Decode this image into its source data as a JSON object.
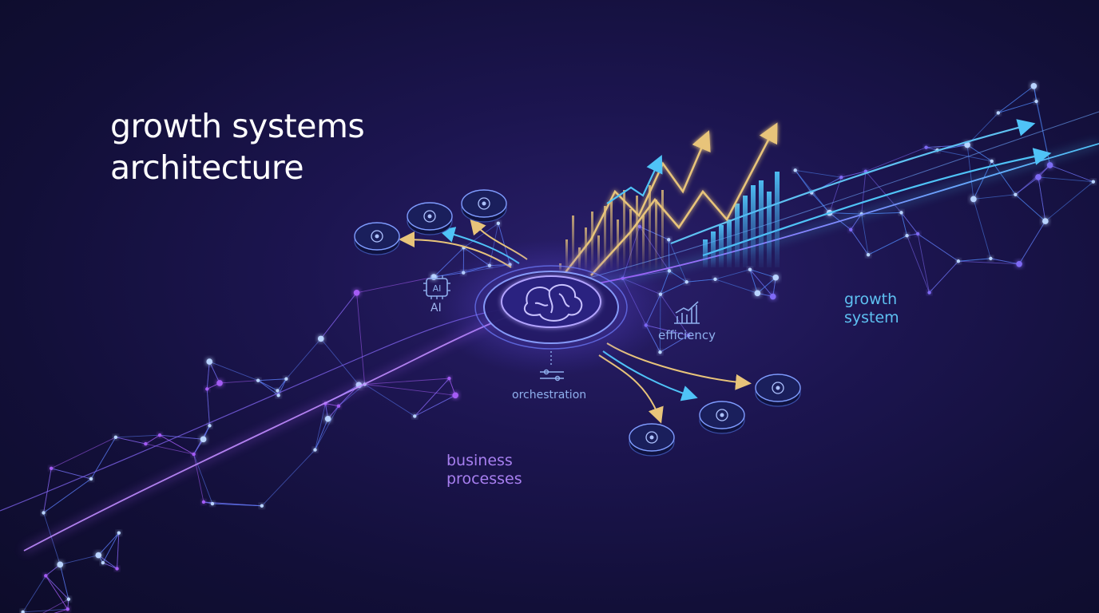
{
  "title": {
    "line1": "growth systems",
    "line2": "architecture"
  },
  "labels": {
    "ai": "AI",
    "ai_chip": "AI",
    "efficiency": "efficiency",
    "orchestration": "orchestration",
    "growth_system": {
      "line1": "growth",
      "line2": "system"
    },
    "business_processes": {
      "line1": "business",
      "line2": "processes"
    }
  },
  "colors": {
    "background": "#15113f",
    "network_blue": "#4f86f7",
    "network_purple": "#9b5cf0",
    "arrow_gold": "#e8c47a",
    "arrow_cyan": "#4fc3f7",
    "growth_label": "#5ec1f2",
    "business_label": "#a77ff0"
  },
  "icons": {
    "hub": "brain-icon",
    "ai": "ai-chip-icon",
    "efficiency": "bar-chart-icon",
    "orchestration": "sliders-icon",
    "nodes": [
      "network-icon",
      "pen-icon",
      "gears-icon",
      "gears-icon",
      "cloud-gear-icon",
      "workflow-icon"
    ]
  }
}
